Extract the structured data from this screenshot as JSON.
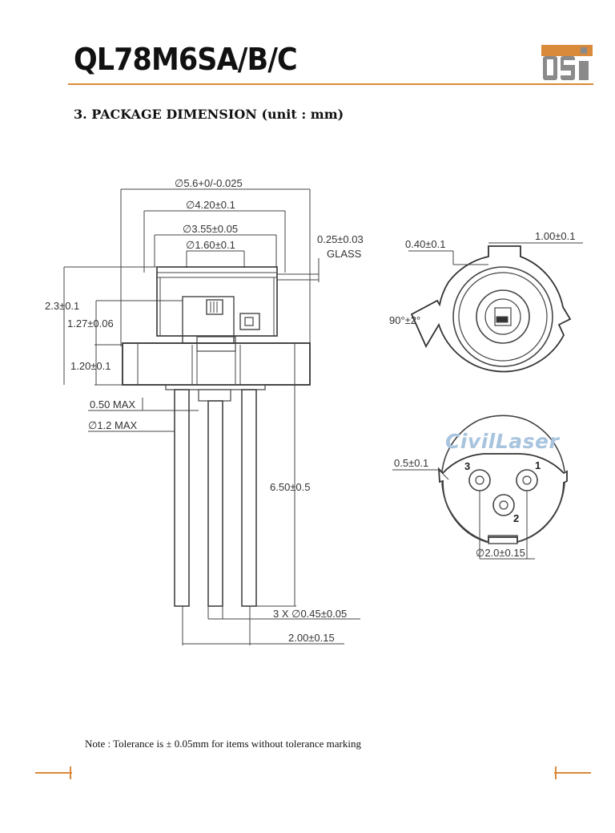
{
  "header": {
    "title": "QL78M6SA/B/C",
    "logo_text": "QSI",
    "accent_color": "#d98a3a"
  },
  "section": {
    "heading": "3. PACKAGE DIMENSION (unit : mm)"
  },
  "side_view": {
    "dia_outer": "∅5.6+0/-0.025",
    "dia_cap": "∅4.20±0.1",
    "dia_window": "∅3.55±0.05",
    "dia_inner": "∅1.60±0.1",
    "glass_thickness": "0.25±0.03",
    "glass_label": "GLASS",
    "height_total": "2.3±0.1",
    "height_chip": "1.27±0.06",
    "height_flange": "1.20±0.1",
    "max_050": "0.50 MAX",
    "max_dia_12": "∅1.2 MAX",
    "lead_length": "6.50±0.5",
    "lead_dia": "3 X ∅0.45±0.05",
    "pin_spacing": "2.00±0.15"
  },
  "top_view": {
    "dim_040": "0.40±0.1",
    "dim_100": "1.00±0.1",
    "angle": "90°±2°"
  },
  "bottom_view": {
    "dim_05": "0.5±0.1",
    "pin_circle": "∅2.0±0.15",
    "pin1": "1",
    "pin2": "2",
    "pin3": "3"
  },
  "watermark": "CivilLaser",
  "footer": {
    "note": "Note : Tolerance is ± 0.05mm for items without tolerance marking"
  }
}
